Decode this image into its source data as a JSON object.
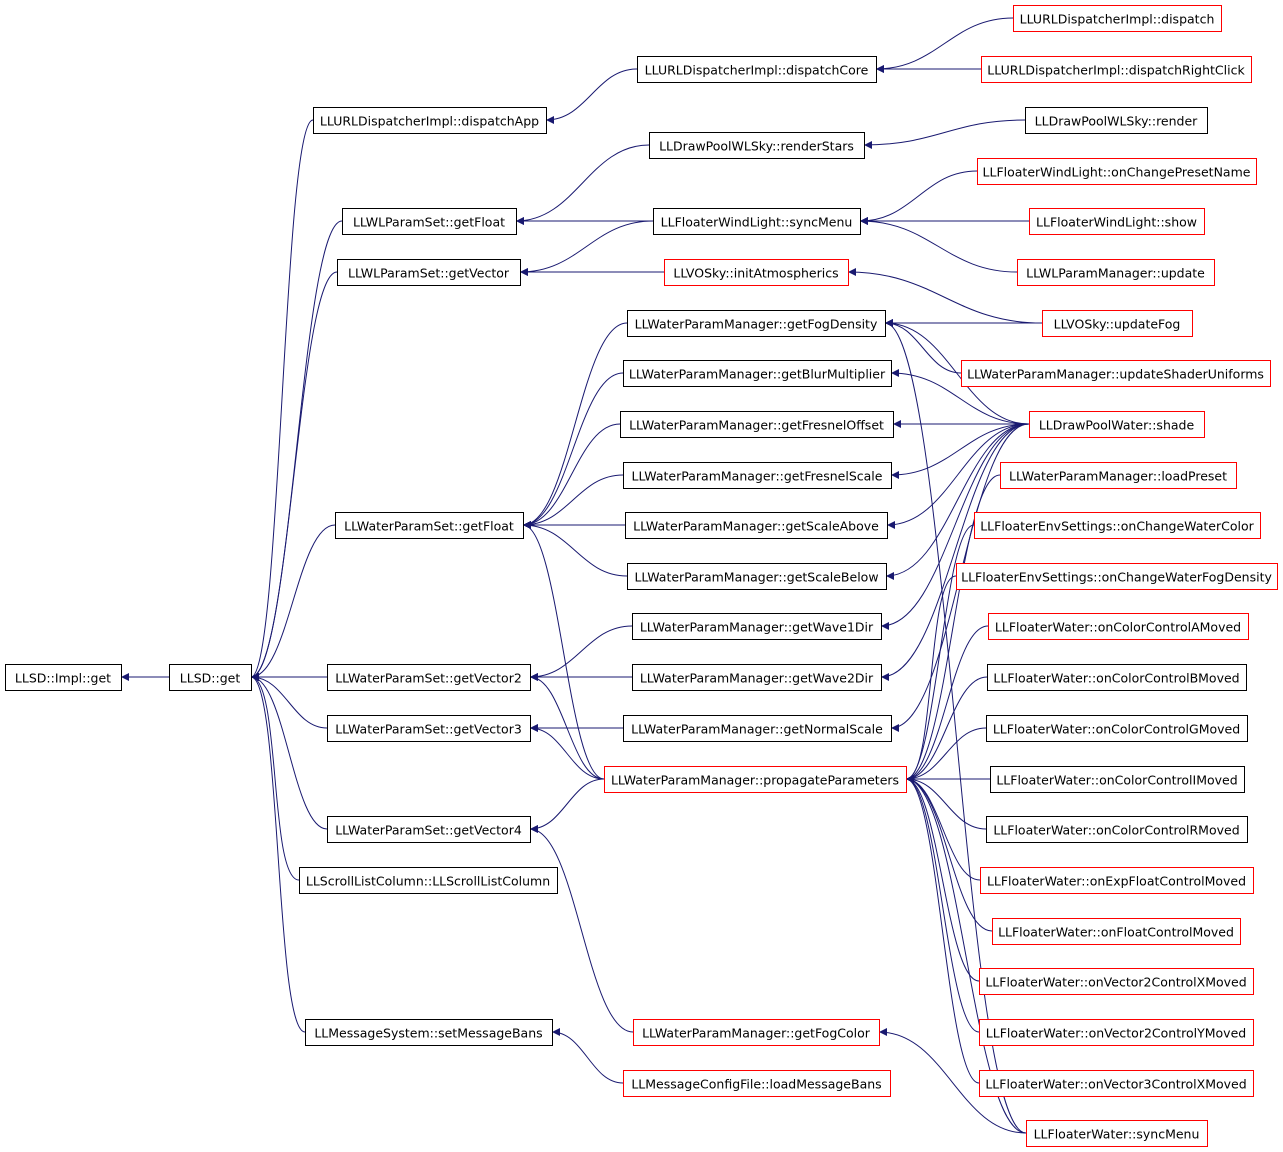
{
  "colors": {
    "edge": "#191970",
    "arrow": "#191970",
    "border_default": "#000000",
    "border_red": "#ff0000",
    "root_fill": "#bfbfbf",
    "node_fill": "#ffffff",
    "text": "#000000"
  },
  "nodes": [
    {
      "id": "n0",
      "label": "LLSD::Impl::get",
      "style": "root"
    },
    {
      "id": "n1",
      "label": "LLSD::get",
      "style": "black"
    },
    {
      "id": "n2",
      "label": "LLURLDispatcherImpl::dispatchApp",
      "style": "black"
    },
    {
      "id": "n3",
      "label": "LLURLDispatcherImpl::dispatchCore",
      "style": "black"
    },
    {
      "id": "n4",
      "label": "LLURLDispatcherImpl::dispatch",
      "style": "red"
    },
    {
      "id": "n5",
      "label": "LLURLDispatcherImpl::dispatchRightClick",
      "style": "red"
    },
    {
      "id": "n6",
      "label": "LLWLParamSet::getFloat",
      "style": "black"
    },
    {
      "id": "n7",
      "label": "LLDrawPoolWLSky::renderStars",
      "style": "black"
    },
    {
      "id": "n8",
      "label": "LLDrawPoolWLSky::render",
      "style": "black"
    },
    {
      "id": "n9",
      "label": "LLFloaterWindLight::syncMenu",
      "style": "black"
    },
    {
      "id": "n10",
      "label": "LLFloaterWindLight::onChangePresetName",
      "style": "red"
    },
    {
      "id": "n11",
      "label": "LLFloaterWindLight::show",
      "style": "red"
    },
    {
      "id": "n12",
      "label": "LLWLParamManager::update",
      "style": "red"
    },
    {
      "id": "n13",
      "label": "LLWLParamSet::getVector",
      "style": "black"
    },
    {
      "id": "n14",
      "label": "LLVOSky::initAtmospherics",
      "style": "red"
    },
    {
      "id": "n15",
      "label": "LLVOSky::updateFog",
      "style": "red"
    },
    {
      "id": "n16",
      "label": "LLWaterParamSet::getFloat",
      "style": "black"
    },
    {
      "id": "n17",
      "label": "LLWaterParamManager::getFogDensity",
      "style": "black"
    },
    {
      "id": "n18",
      "label": "LLWaterParamManager::updateShaderUniforms",
      "style": "red"
    },
    {
      "id": "n19",
      "label": "LLDrawPoolWater::shade",
      "style": "red"
    },
    {
      "id": "n20",
      "label": "LLWaterParamManager::getBlurMultiplier",
      "style": "black"
    },
    {
      "id": "n21",
      "label": "LLWaterParamManager::getFresnelOffset",
      "style": "black"
    },
    {
      "id": "n22",
      "label": "LLWaterParamManager::getFresnelScale",
      "style": "black"
    },
    {
      "id": "n23",
      "label": "LLWaterParamManager::loadPreset",
      "style": "red"
    },
    {
      "id": "n24",
      "label": "LLWaterParamManager::getScaleAbove",
      "style": "black"
    },
    {
      "id": "n25",
      "label": "LLFloaterEnvSettings::onChangeWaterColor",
      "style": "red"
    },
    {
      "id": "n26",
      "label": "LLWaterParamManager::getScaleBelow",
      "style": "black"
    },
    {
      "id": "n27",
      "label": "LLFloaterEnvSettings::onChangeWaterFogDensity",
      "style": "red"
    },
    {
      "id": "n28",
      "label": "LLWaterParamManager::getWave1Dir",
      "style": "black"
    },
    {
      "id": "n29",
      "label": "LLFloaterWater::onColorControlAMoved",
      "style": "red"
    },
    {
      "id": "n30",
      "label": "LLWaterParamSet::getVector2",
      "style": "black"
    },
    {
      "id": "n31",
      "label": "LLWaterParamManager::getWave2Dir",
      "style": "black"
    },
    {
      "id": "n32",
      "label": "LLFloaterWater::onColorControlBMoved",
      "style": "black"
    },
    {
      "id": "n33",
      "label": "LLWaterParamSet::getVector3",
      "style": "black"
    },
    {
      "id": "n34",
      "label": "LLWaterParamManager::getNormalScale",
      "style": "black"
    },
    {
      "id": "n35",
      "label": "LLFloaterWater::onColorControlGMoved",
      "style": "black"
    },
    {
      "id": "n36",
      "label": "LLWaterParamManager::propagateParameters",
      "style": "red"
    },
    {
      "id": "n37",
      "label": "LLFloaterWater::onColorControlIMoved",
      "style": "black"
    },
    {
      "id": "n38",
      "label": "LLWaterParamSet::getVector4",
      "style": "black"
    },
    {
      "id": "n39",
      "label": "LLFloaterWater::onColorControlRMoved",
      "style": "black"
    },
    {
      "id": "n40",
      "label": "LLScrollListColumn::LLScrollListColumn",
      "style": "black"
    },
    {
      "id": "n41",
      "label": "LLFloaterWater::onExpFloatControlMoved",
      "style": "red"
    },
    {
      "id": "n42",
      "label": "LLFloaterWater::onFloatControlMoved",
      "style": "red"
    },
    {
      "id": "n43",
      "label": "LLFloaterWater::onVector2ControlXMoved",
      "style": "red"
    },
    {
      "id": "n44",
      "label": "LLMessageSystem::setMessageBans",
      "style": "black"
    },
    {
      "id": "n45",
      "label": "LLWaterParamManager::getFogColor",
      "style": "red"
    },
    {
      "id": "n46",
      "label": "LLFloaterWater::onVector2ControlYMoved",
      "style": "red"
    },
    {
      "id": "n47",
      "label": "LLMessageConfigFile::loadMessageBans",
      "style": "red"
    },
    {
      "id": "n48",
      "label": "LLFloaterWater::onVector3ControlXMoved",
      "style": "red"
    },
    {
      "id": "n49",
      "label": "LLFloaterWater::syncMenu",
      "style": "red"
    }
  ],
  "edges": [
    [
      "n1",
      "n0"
    ],
    [
      "n2",
      "n1"
    ],
    [
      "n6",
      "n1"
    ],
    [
      "n13",
      "n1"
    ],
    [
      "n16",
      "n1"
    ],
    [
      "n30",
      "n1"
    ],
    [
      "n33",
      "n1"
    ],
    [
      "n38",
      "n1"
    ],
    [
      "n40",
      "n1"
    ],
    [
      "n44",
      "n1"
    ],
    [
      "n3",
      "n2"
    ],
    [
      "n4",
      "n3"
    ],
    [
      "n5",
      "n3"
    ],
    [
      "n7",
      "n6"
    ],
    [
      "n9",
      "n6"
    ],
    [
      "n8",
      "n7"
    ],
    [
      "n10",
      "n9"
    ],
    [
      "n11",
      "n9"
    ],
    [
      "n12",
      "n9"
    ],
    [
      "n9",
      "n13"
    ],
    [
      "n14",
      "n13"
    ],
    [
      "n15",
      "n14"
    ],
    [
      "n17",
      "n16"
    ],
    [
      "n20",
      "n16"
    ],
    [
      "n21",
      "n16"
    ],
    [
      "n22",
      "n16"
    ],
    [
      "n24",
      "n16"
    ],
    [
      "n26",
      "n16"
    ],
    [
      "n36",
      "n16"
    ],
    [
      "n15",
      "n17"
    ],
    [
      "n18",
      "n17"
    ],
    [
      "n19",
      "n17"
    ],
    [
      "n19",
      "n20"
    ],
    [
      "n19",
      "n21"
    ],
    [
      "n19",
      "n22"
    ],
    [
      "n19",
      "n24"
    ],
    [
      "n19",
      "n26"
    ],
    [
      "n19",
      "n28"
    ],
    [
      "n19",
      "n31"
    ],
    [
      "n19",
      "n34"
    ],
    [
      "n28",
      "n30"
    ],
    [
      "n31",
      "n30"
    ],
    [
      "n36",
      "n30"
    ],
    [
      "n34",
      "n33"
    ],
    [
      "n36",
      "n33"
    ],
    [
      "n45",
      "n38"
    ],
    [
      "n36",
      "n38"
    ],
    [
      "n23",
      "n36"
    ],
    [
      "n25",
      "n36"
    ],
    [
      "n27",
      "n36"
    ],
    [
      "n29",
      "n36"
    ],
    [
      "n32",
      "n36"
    ],
    [
      "n35",
      "n36"
    ],
    [
      "n37",
      "n36"
    ],
    [
      "n39",
      "n36"
    ],
    [
      "n41",
      "n36"
    ],
    [
      "n42",
      "n36"
    ],
    [
      "n43",
      "n36"
    ],
    [
      "n46",
      "n36"
    ],
    [
      "n48",
      "n36"
    ],
    [
      "n49",
      "n36"
    ],
    [
      "n49",
      "n17"
    ],
    [
      "n49",
      "n45"
    ],
    [
      "n47",
      "n44"
    ]
  ]
}
